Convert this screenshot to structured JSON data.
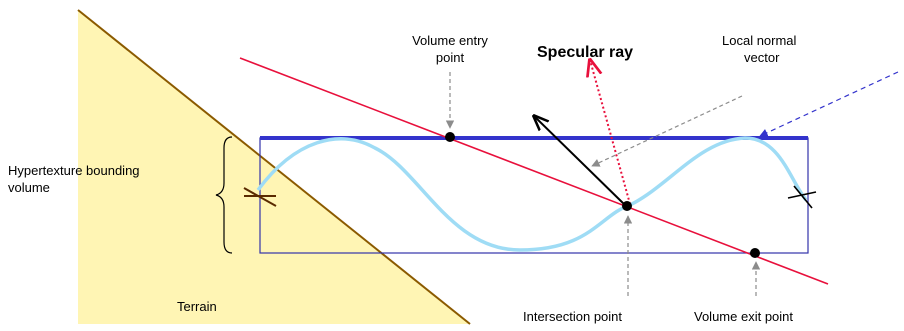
{
  "labels": {
    "hypertexture_line1": "Hypertexture bounding",
    "hypertexture_line2": "volume",
    "terrain": "Terrain",
    "volume_entry_line1": "Volume entry",
    "volume_entry_line2": "point",
    "specular_ray": "Specular ray",
    "local_normal_line1": "Local normal",
    "local_normal_line2": "vector",
    "intersection_point": "Intersection point",
    "volume_exit_point": "Volume exit point"
  },
  "colors": {
    "terrain_fill": "#fff5b4",
    "terrain_edge": "#8b5a00",
    "bounding_box": "#3333aa",
    "top_surface": "#3333cc",
    "wave": "#9fdcf5",
    "ray": "#e8103c",
    "normal": "#000000",
    "gray_arrow": "#8c8c8c",
    "incoming_ray": "#3333cc",
    "marker": "#5a2a00"
  }
}
